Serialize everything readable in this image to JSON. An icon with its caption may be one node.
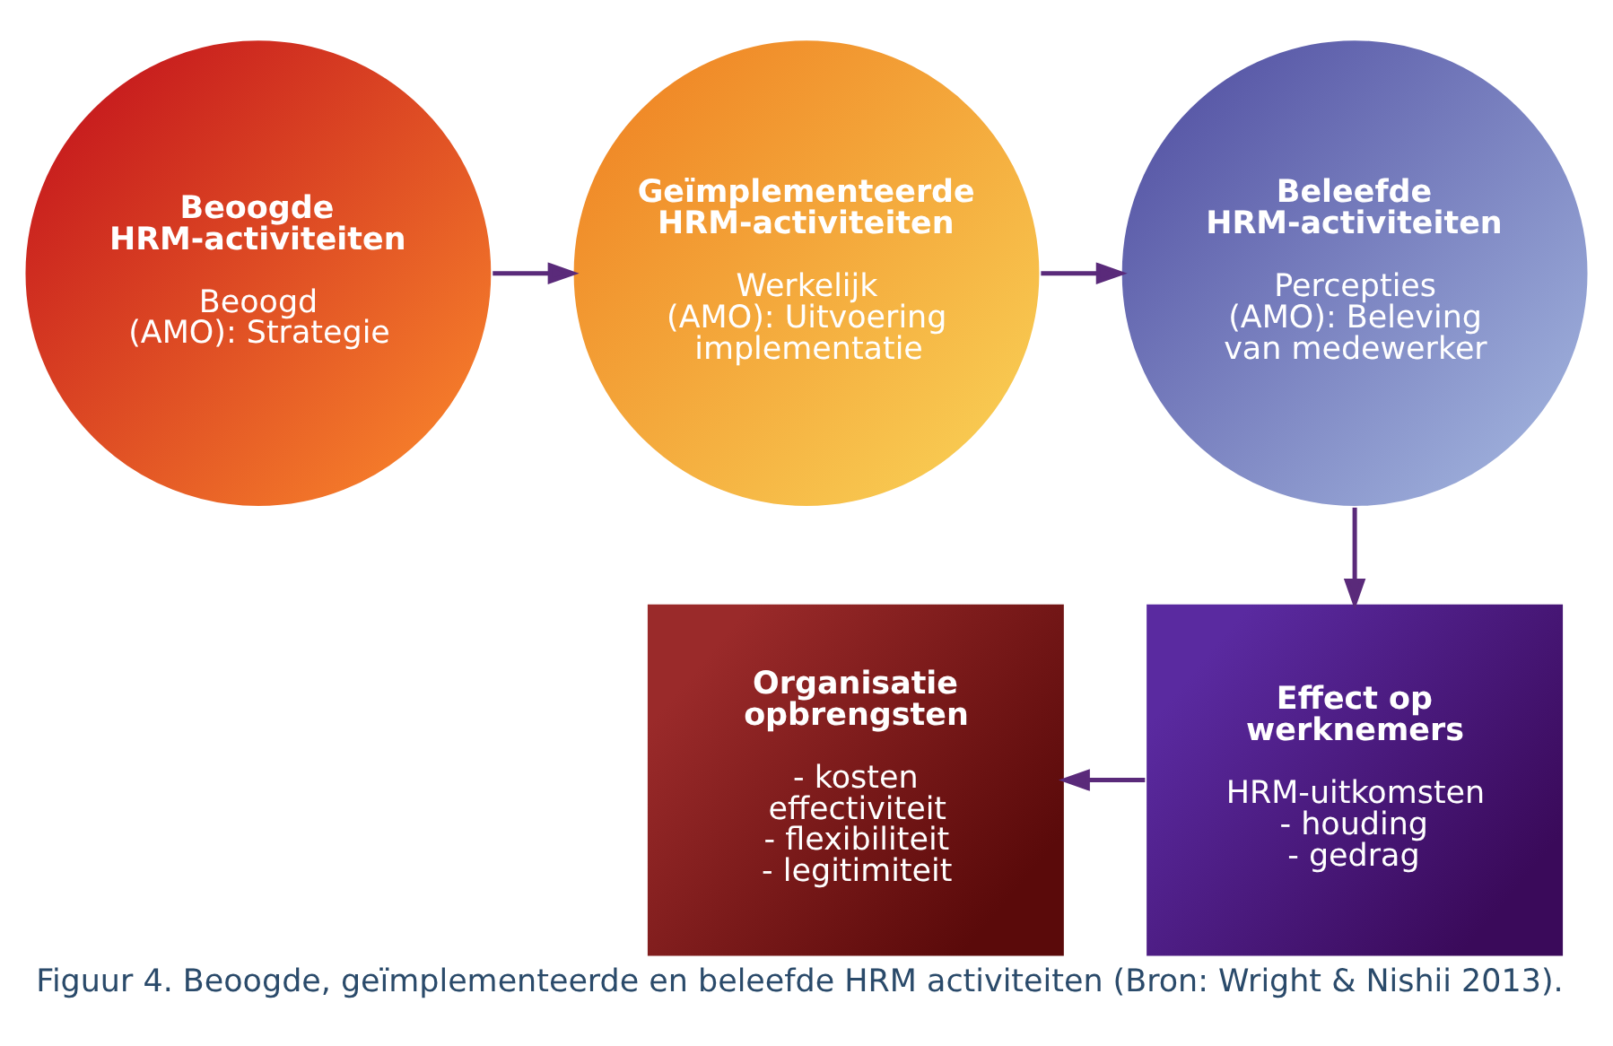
{
  "diagram": {
    "caption": "Figuur 4. Beoogde, geïmplementeerde en beleefde HRM activiteiten (Bron: Wright & Nishii 2013).",
    "nodes": [
      {
        "text": [
          "Beoogde HRM-activiteiten",
          "Beoogd",
          "(AMO): Strategie"
        ]
      },
      {
        "text": [
          "Geïmplementeerde HRM-activiteiten",
          "Werkelijk",
          "(AMO): Uitvoering implementatie"
        ]
      },
      {
        "text": [
          "Beleefde HRM-activiteiten",
          "Percepties",
          "(AMO): Beleving van medewerker"
        ]
      },
      {
        "text": [
          "Organisatie opbrengsten",
          "- kosten effectiviteit",
          "- flexibiliteit",
          "- legitimiteit"
        ]
      },
      {
        "text": [
          "Effect op werknemers",
          "HRM-uitkomsten",
          "- houding",
          "- gedrag"
        ]
      }
    ],
    "edges": [
      {
        "from": 0,
        "to": 1,
        "arrow": "to"
      },
      {
        "from": 1,
        "to": 2,
        "arrow": "to"
      },
      {
        "from": 2,
        "to": 4,
        "arrow": "to"
      },
      {
        "from": 4,
        "to": 3,
        "arrow": "to"
      }
    ]
  }
}
